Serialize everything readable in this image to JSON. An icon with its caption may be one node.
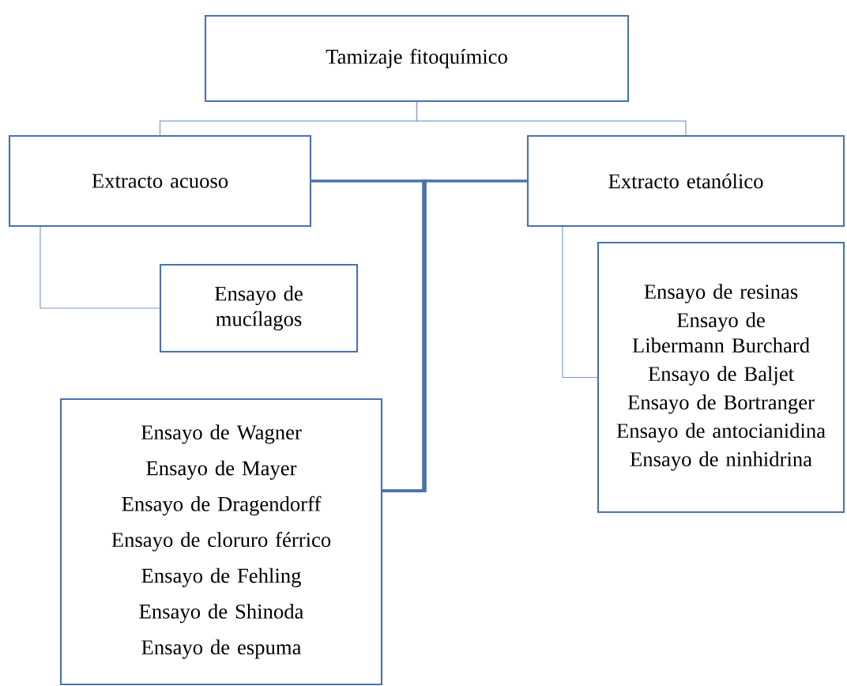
{
  "diagram": {
    "nodes": [
      {
        "text": [
          "Tamizaje fitoquímico"
        ]
      },
      {
        "text": [
          "Extracto acuoso"
        ]
      },
      {
        "text": [
          "Extracto etanólico"
        ]
      },
      {
        "text": [
          "Ensayo de mucílagos"
        ]
      },
      {
        "text": [
          "Ensayo de Wagner",
          "Ensayo de Mayer",
          "Ensayo de Dragendorff",
          "Ensayo de cloruro férrico",
          "Ensayo de Fehling",
          "Ensayo de Shinoda",
          "Ensayo de espuma"
        ]
      },
      {
        "text": [
          "Ensayo de resinas",
          "Ensayo de Libermann Burchard",
          "Ensayo de Baljet",
          "Ensayo de Bortranger",
          "Ensayo de antocianidina",
          "Ensayo de ninhidrina"
        ]
      }
    ],
    "edges": [
      {
        "from": 0,
        "to": 1,
        "arrow": "none"
      },
      {
        "from": 0,
        "to": 2,
        "arrow": "none"
      },
      {
        "from": 1,
        "to": 3,
        "arrow": "none"
      },
      {
        "from": 1,
        "to": 4,
        "arrow": "none",
        "style": "thick"
      },
      {
        "from": 2,
        "to": 4,
        "arrow": "none",
        "style": "thick"
      },
      {
        "from": 2,
        "to": 5,
        "arrow": "none"
      }
    ]
  }
}
